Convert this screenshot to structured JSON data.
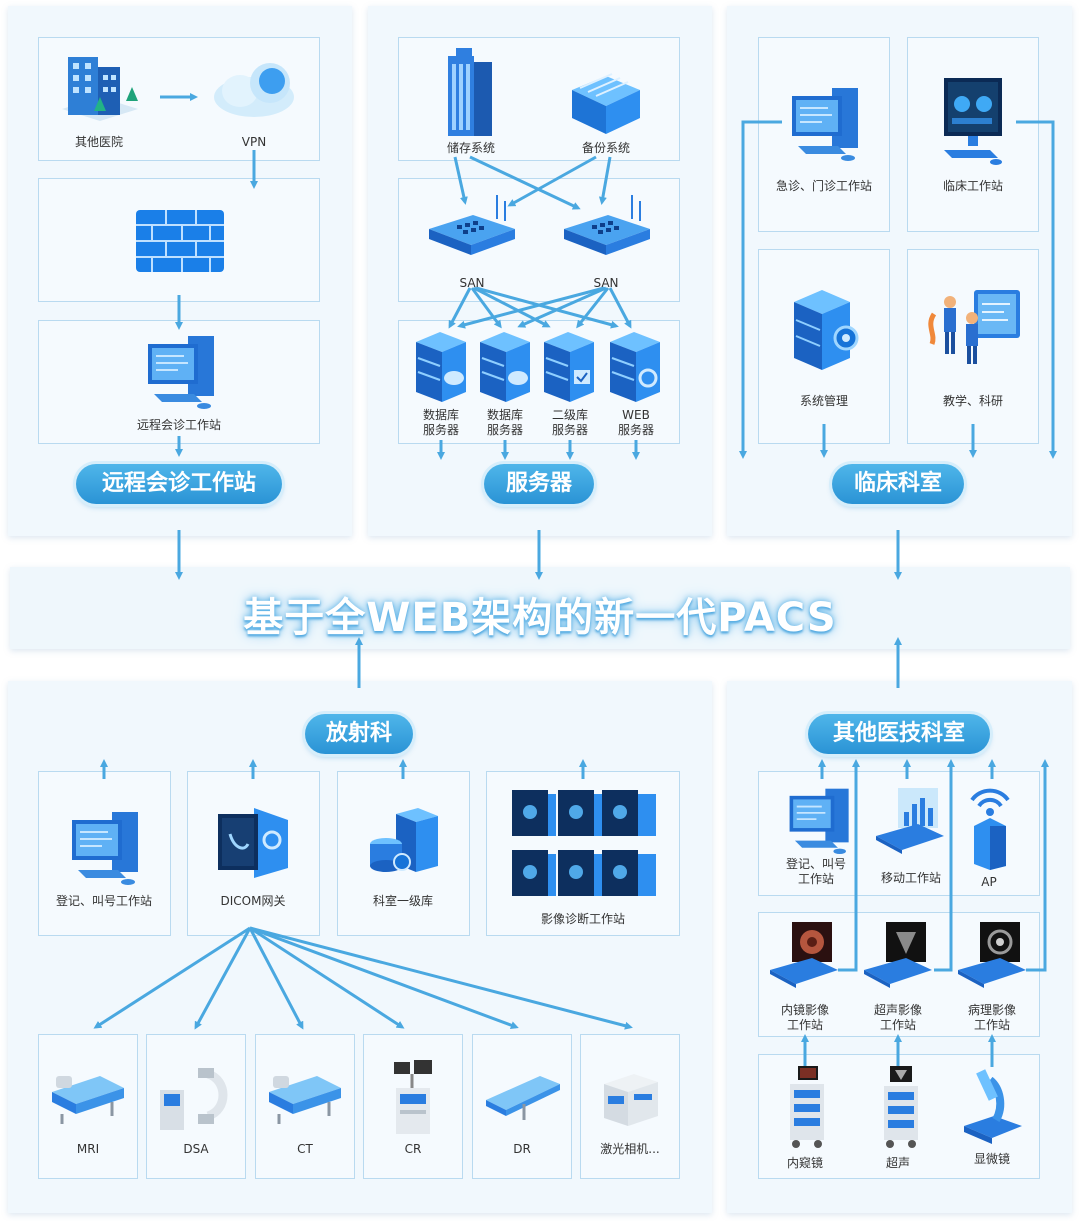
{
  "central_title": "基于全WEB架构的新一代PACS",
  "remote": {
    "title": "远程会诊工作站",
    "other_hospital": "其他医院",
    "vpn": "VPN",
    "workstation": "远程会诊工作站"
  },
  "server": {
    "title": "服务器",
    "storage": "储存系统",
    "backup": "备份系统",
    "san1": "SAN",
    "san2": "SAN",
    "db1": [
      "数据库",
      "服务器"
    ],
    "db2": [
      "数据库",
      "服务器"
    ],
    "secondary": [
      "二级库",
      "服务器"
    ],
    "web": [
      "WEB",
      "服务器"
    ]
  },
  "clinical": {
    "title": "临床科室",
    "emergency": "急诊、门诊工作站",
    "clinic_ws": "临床工作站",
    "sys_mgmt": "系统管理",
    "teaching": "教学、科研"
  },
  "radiology": {
    "title": "放射科",
    "register": "登记、叫号工作站",
    "dicom": "DICOM网关",
    "dept_lib": "科室一级库",
    "diag_ws": "影像诊断工作站",
    "devices": [
      "MRI",
      "DSA",
      "CT",
      "CR",
      "DR",
      "激光相机..."
    ]
  },
  "other": {
    "title": "其他医技科室",
    "register": [
      "登记、叫号",
      "工作站"
    ],
    "mobile": "移动工作站",
    "ap": "AP",
    "endo_ws": [
      "内镜影像",
      "工作站"
    ],
    "us_ws": [
      "超声影像",
      "工作站"
    ],
    "path_ws": [
      "病理影像",
      "工作站"
    ],
    "endoscope": "内窥镜",
    "ultrasound": "超声",
    "microscope": "显微镜"
  }
}
